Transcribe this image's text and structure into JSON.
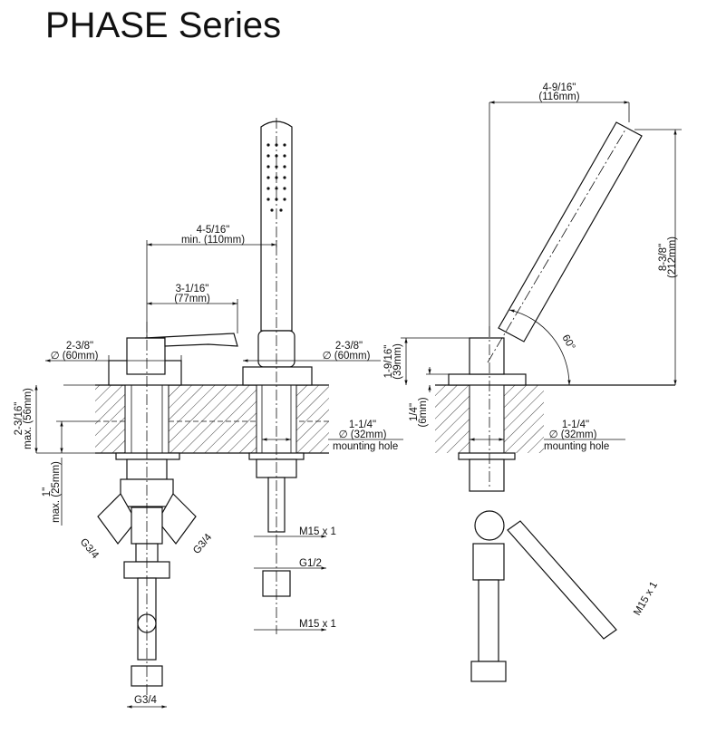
{
  "title": "PHASE Series",
  "dimensions": {
    "side_width": {
      "imperial": "4-9/16\"",
      "metric": "(116mm)"
    },
    "spout_reach": {
      "imperial": "4-5/16\"",
      "metric": "min. (110mm)"
    },
    "lever_length": {
      "imperial": "3-1/16\"",
      "metric": "(77mm)"
    },
    "base_left": {
      "imperial": "2-3/8\"",
      "metric": "∅ (60mm)"
    },
    "base_right": {
      "imperial": "2-3/8\"",
      "metric": "∅ (60mm)"
    },
    "total_height": {
      "imperial": "8-3/8\"",
      "metric": "(212mm)"
    },
    "body_height": {
      "imperial": "1-9/16\"",
      "metric": "(39mm)"
    },
    "angle": "60°",
    "deck_max": {
      "imperial": "2-3/16\"",
      "metric": "max. (56mm)"
    },
    "plate": {
      "imperial": "1/4\"",
      "metric": "(6mm)"
    },
    "hole_front": {
      "imperial": "1-1/4\"",
      "metric": "∅ (32mm)",
      "label": "mounting hole"
    },
    "hole_side": {
      "imperial": "1-1/4\"",
      "metric": "∅ (32mm)",
      "label": "mounting hole"
    },
    "below_deck": {
      "imperial": "1\"",
      "metric": "max. (25mm)"
    }
  },
  "threads": {
    "g34_left": "G3/4",
    "g34_right": "G3/4",
    "g34_bottom": "G3/4",
    "m15_upper": "M15 x 1",
    "g12": "G1/2",
    "m15_lower": "M15 x 1",
    "m15_side": "M15 x 1"
  }
}
